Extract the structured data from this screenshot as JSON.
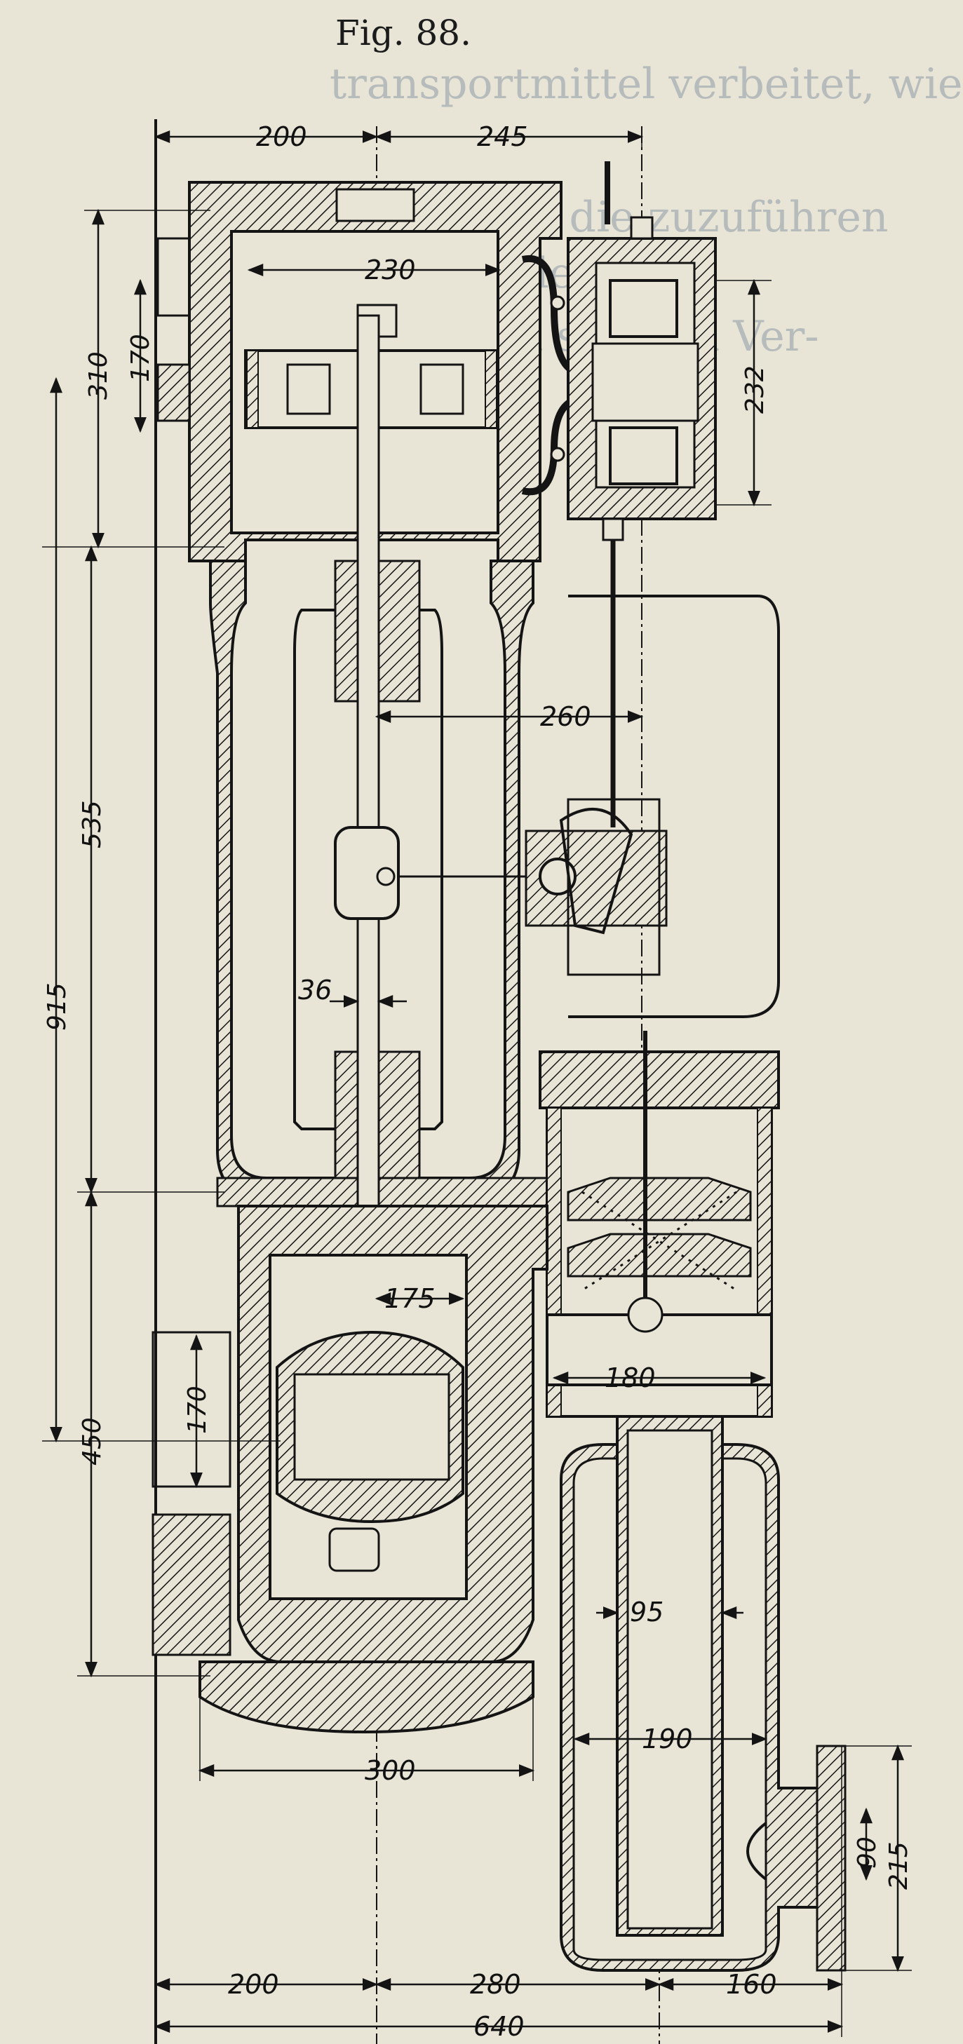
{
  "figure": {
    "title": "Fig. 88."
  },
  "dimensions": {
    "top_left_width": "200",
    "top_right_width": "245",
    "steam_cyl_bore": "230",
    "valve_chest_height": "232",
    "steam_cyl_height": "310",
    "port_width_upper": "170",
    "frame_width": "260",
    "frame_height": "535",
    "total_height": "915",
    "rod_diameter": "36",
    "pump_cyl_bore": "175",
    "pump_valve_width": "180",
    "pump_port_width": "170",
    "pump_height": "450",
    "plunger_diameter": "95",
    "air_vessel_diameter": "190",
    "base_width": "300",
    "outlet_height": "215",
    "outlet_bore": "90",
    "bottom_left": "200",
    "bottom_middle": "280",
    "bottom_right": "160",
    "overall_width": "640"
  },
  "colors": {
    "ink": "#141414",
    "paper": "#e8e4d6",
    "ghost_text": "#8e9aa6"
  }
}
